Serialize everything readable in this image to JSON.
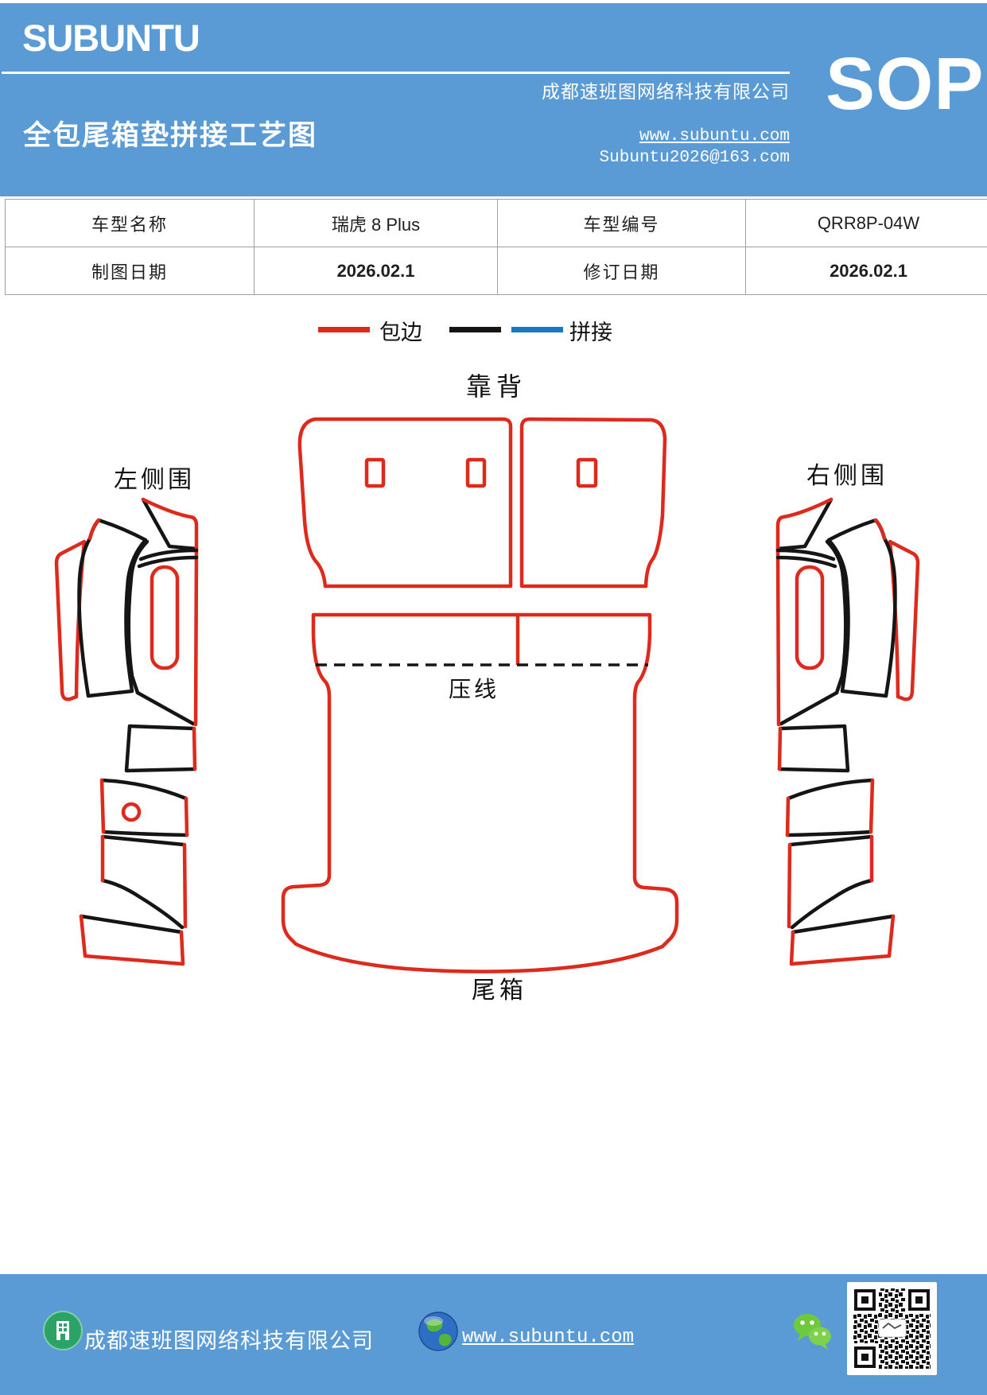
{
  "header": {
    "brand": "SUBUNTU",
    "title": "全包尾箱垫拼接工艺图",
    "company": "成都速班图网络科技有限公司",
    "website": "www.subuntu.com",
    "email": "Subuntu2026@163.com",
    "sop": "SOP"
  },
  "info_table": {
    "rows": [
      {
        "label1": "车型名称",
        "value1": "瑞虎 8 Plus",
        "label2": "车型编号",
        "value2": "QRR8P-04W"
      },
      {
        "label1": "制图日期",
        "value1": "2026.02.1",
        "label2": "修订日期",
        "value2": "2026.02.1"
      }
    ]
  },
  "legend": {
    "items": [
      {
        "label": "包边",
        "colors": [
          "#dd2a1d"
        ]
      },
      {
        "label": "拼接",
        "colors": [
          "#151515",
          "#1879c2"
        ]
      }
    ]
  },
  "diagram": {
    "labels": {
      "backrest": "靠背",
      "left_side": "左侧围",
      "right_side": "右侧围",
      "press_line": "压线",
      "trunk": "尾箱"
    }
  },
  "footer": {
    "company": "成都速班图网络科技有限公司",
    "website": "www.subuntu.com"
  },
  "colors": {
    "header_blue": "#5b9bd5",
    "edge_red": "#dd2a1d",
    "line_black": "#151515",
    "splice_blue": "#1879c2",
    "wechat_green": "#6fc93c"
  }
}
